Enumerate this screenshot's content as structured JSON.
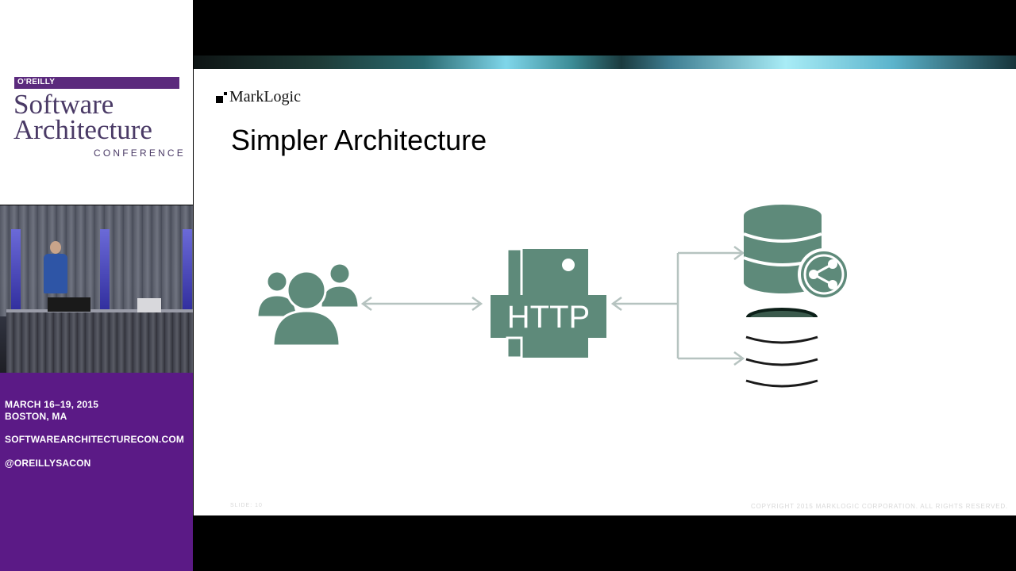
{
  "conference": {
    "publisher": "O'REILLY",
    "title_line1": "Software",
    "title_line2": "Architecture",
    "subtitle": "CONFERENCE",
    "brand_color": "#5b1a86"
  },
  "event_info": {
    "dates": "MARCH 16–19, 2015",
    "location": "BOSTON, MA",
    "website": "SOFTWAREARCHITECTURECON.COM",
    "twitter": "@OREILLYSACON"
  },
  "slide": {
    "company": "MarkLogic",
    "title": "Simpler Architecture",
    "http_label": "HTTP",
    "footer_left": "SLIDE: 10",
    "footer_right": "COPYRIGHT 2015 MARKLOGIC CORPORATION. ALL RIGHTS RESERVED.",
    "accent_color": "#5e8a7a",
    "arrow_color": "#b6c3c0"
  },
  "icons": {
    "users": "users-group-icon",
    "http": "http-server-icon",
    "database_semantic": "database-with-share-icon",
    "database": "database-icon"
  }
}
